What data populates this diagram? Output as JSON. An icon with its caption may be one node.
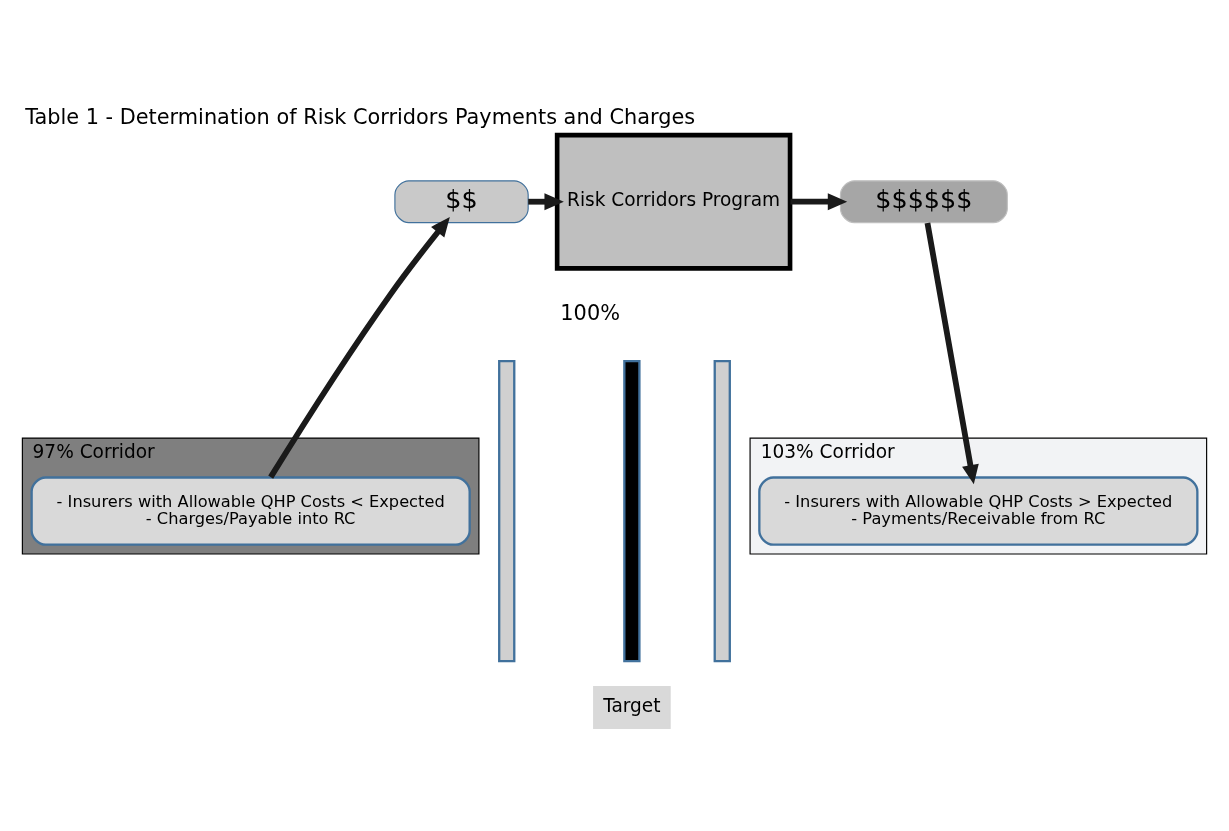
{
  "diagram": {
    "title": "Table 1 - Determination of Risk Corridors Payments and Charges",
    "nodes": [
      {
        "text": [
          "$$"
        ]
      },
      {
        "text": [
          "Risk Corridors Program"
        ]
      },
      {
        "text": [
          "$$$$$$"
        ]
      },
      {
        "text": [
          "97% Corridor"
        ]
      },
      {
        "text": [
          "- Insurers with Allowable QHP Costs < Expected",
          "- Charges/Payable into RC"
        ],
        "in": 3
      },
      {
        "text": [],
        "shape": "bar"
      },
      {
        "text": [],
        "shape": "bar",
        "beside": [
          "100%",
          "Target"
        ]
      },
      {
        "text": [],
        "shape": "bar"
      },
      {
        "text": [
          "103% Corridor"
        ]
      },
      {
        "text": [
          "- Insurers with Allowable QHP Costs > Expected",
          "- Payments/Receivable from RC"
        ],
        "in": 8
      }
    ],
    "edges": [
      {
        "from": 4,
        "to": 0,
        "arrow": "to"
      },
      {
        "from": 0,
        "to": 1,
        "arrow": "to"
      },
      {
        "from": 1,
        "to": 2,
        "arrow": "to"
      },
      {
        "from": 2,
        "to": 9,
        "arrow": "to"
      }
    ]
  }
}
